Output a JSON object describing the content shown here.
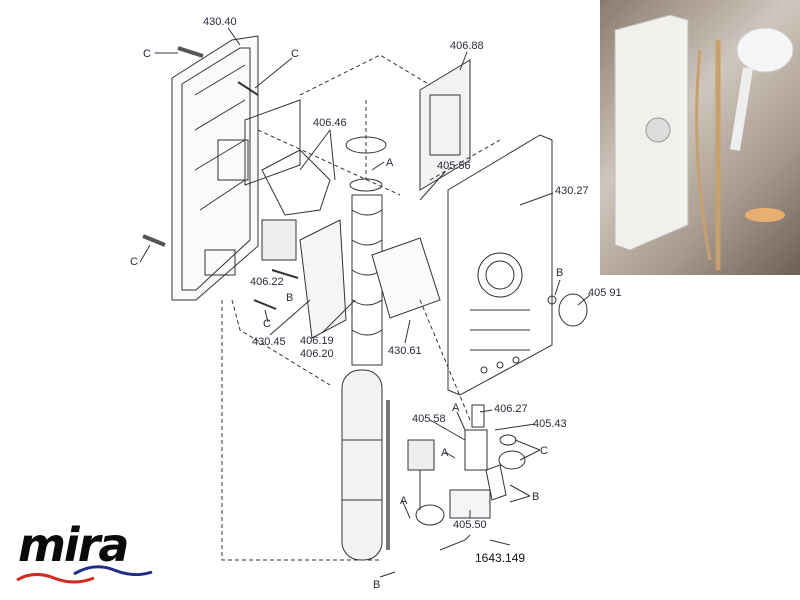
{
  "diagram": {
    "brand": "mira",
    "labels": [
      "430.40",
      "C",
      "C",
      "406.88",
      "406.46",
      "A",
      "405.56",
      "430.27",
      "C",
      "B",
      "405 91",
      "406.22",
      "B",
      "C",
      "430.45",
      "406.19",
      "406.20",
      "430.61",
      "A",
      "406.27",
      "405.58",
      "405.43",
      "C",
      "A",
      "B",
      "A",
      "405.50",
      "1643.149",
      "B"
    ]
  },
  "colors": {
    "line": "#333333",
    "logo_red": "#d42a1e",
    "logo_blue": "#1e2f8a"
  }
}
